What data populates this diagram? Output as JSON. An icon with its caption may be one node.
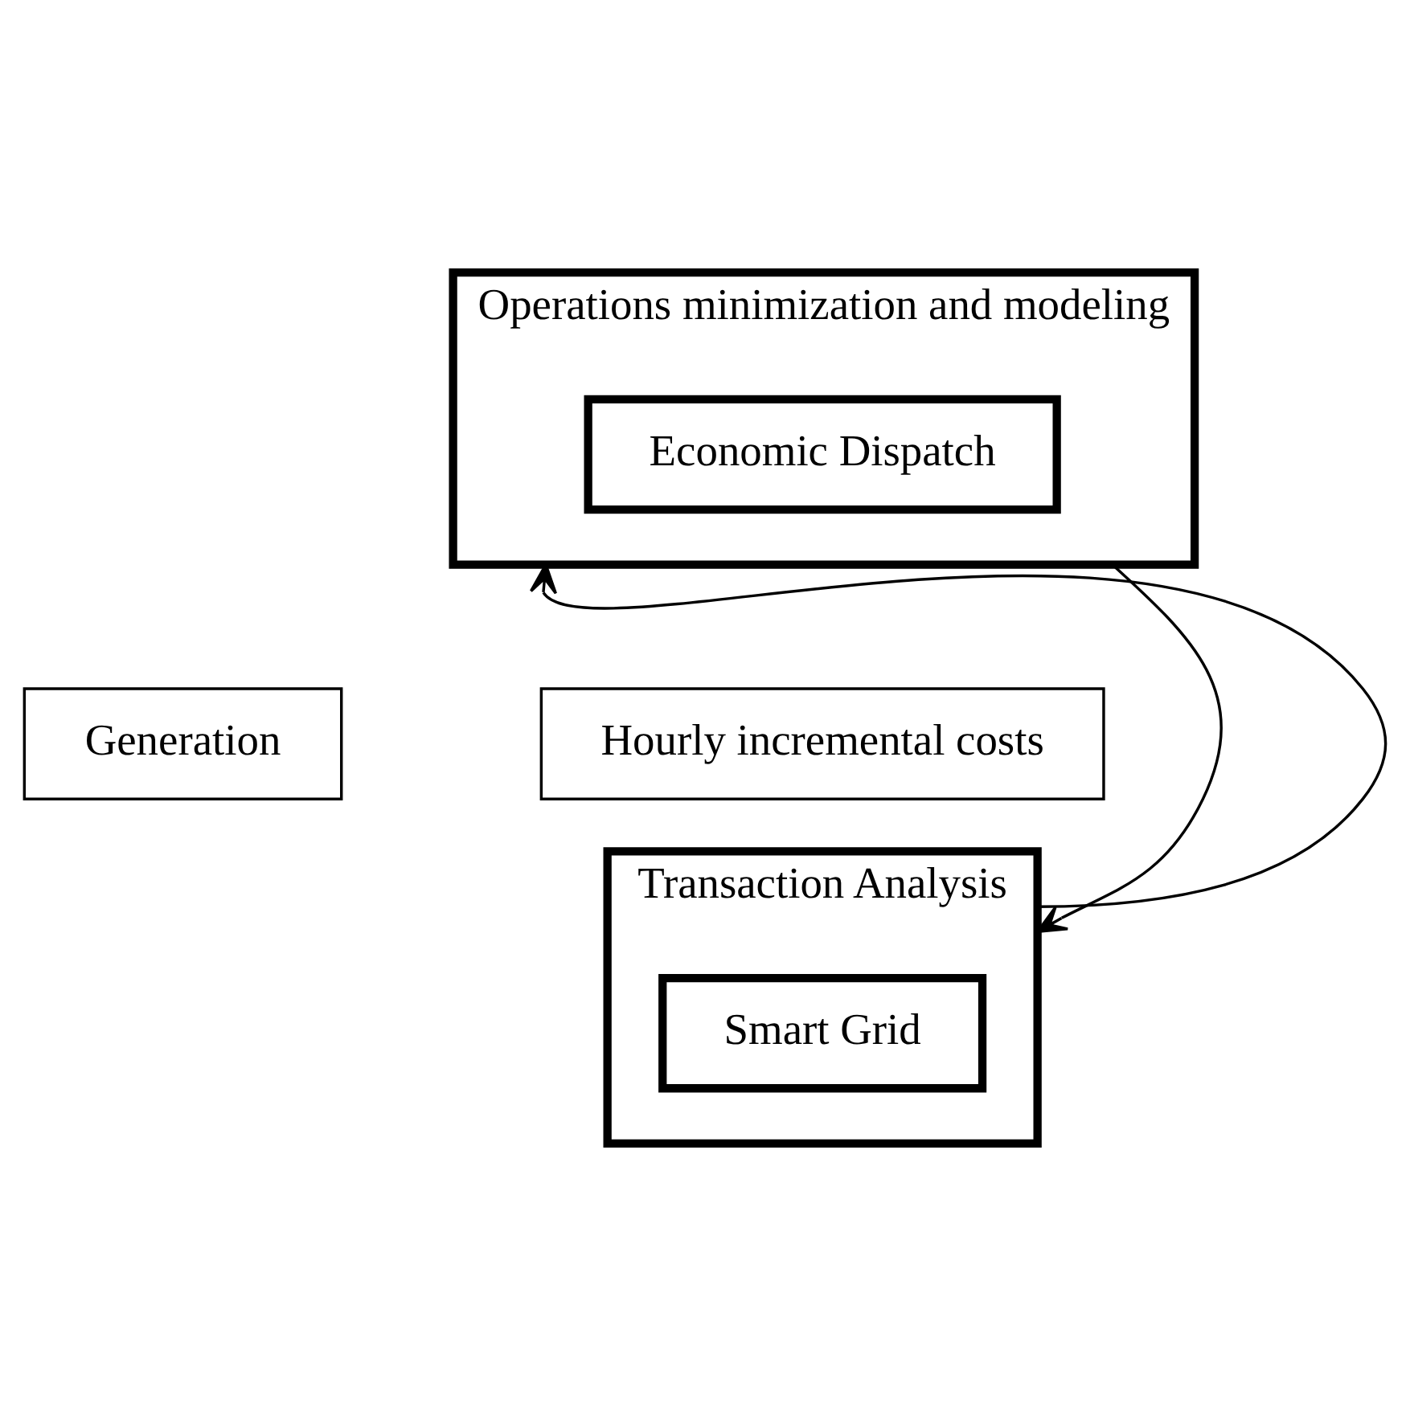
{
  "diagram": {
    "nodes": [
      {
        "text": [
          "Operations minimization and modeling"
        ]
      },
      {
        "text": [
          "Economic Dispatch"
        ],
        "in": 0
      },
      {
        "text": [
          "Generation"
        ]
      },
      {
        "text": [
          "Hourly incremental costs"
        ]
      },
      {
        "text": [
          "Transaction Analysis"
        ]
      },
      {
        "text": [
          "Smart Grid"
        ],
        "in": 4
      }
    ],
    "edges": [
      {
        "from": 0,
        "to": 4,
        "arrow": "to"
      },
      {
        "from": 4,
        "to": 0,
        "arrow": "to"
      }
    ]
  }
}
